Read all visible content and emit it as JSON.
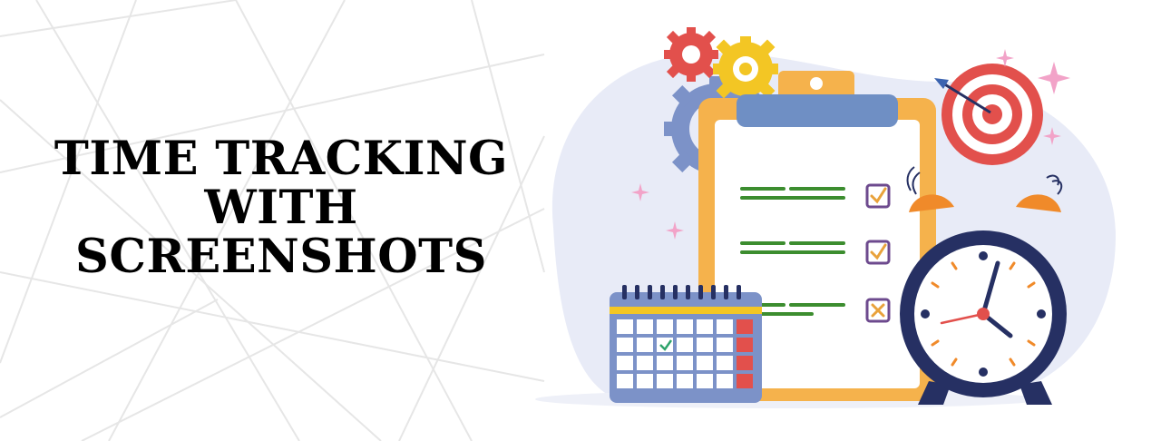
{
  "headline": {
    "line1": "TIME TRACKING",
    "line2": "WITH",
    "line3": "SCREENSHOTS"
  },
  "illustration": {
    "elements": [
      "gear-icon",
      "clipboard-checklist",
      "target-icon",
      "arrow-icon",
      "alarm-clock-icon",
      "calendar-icon",
      "sparkle-icon"
    ],
    "checklist_marks": [
      "check",
      "check",
      "cross"
    ]
  },
  "colors": {
    "headline": "#000000",
    "blob": "#e8ebf7",
    "clipboard_board": "#f5b24c",
    "clipboard_clip": "#6f8fc4",
    "checklist_lines": "#3c8d2f",
    "checkbox_border": "#6d4a8e",
    "check_mark": "#e9a23b",
    "gear_red": "#e2504c",
    "gear_yellow": "#f3c624",
    "gear_blue": "#7c92c8",
    "target_red": "#e2504c",
    "clock_body": "#263063",
    "clock_bells": "#f08a2a",
    "calendar_frame": "#7c92c8",
    "calendar_red": "#e2504c",
    "sparkle": "#f2a3c8"
  }
}
